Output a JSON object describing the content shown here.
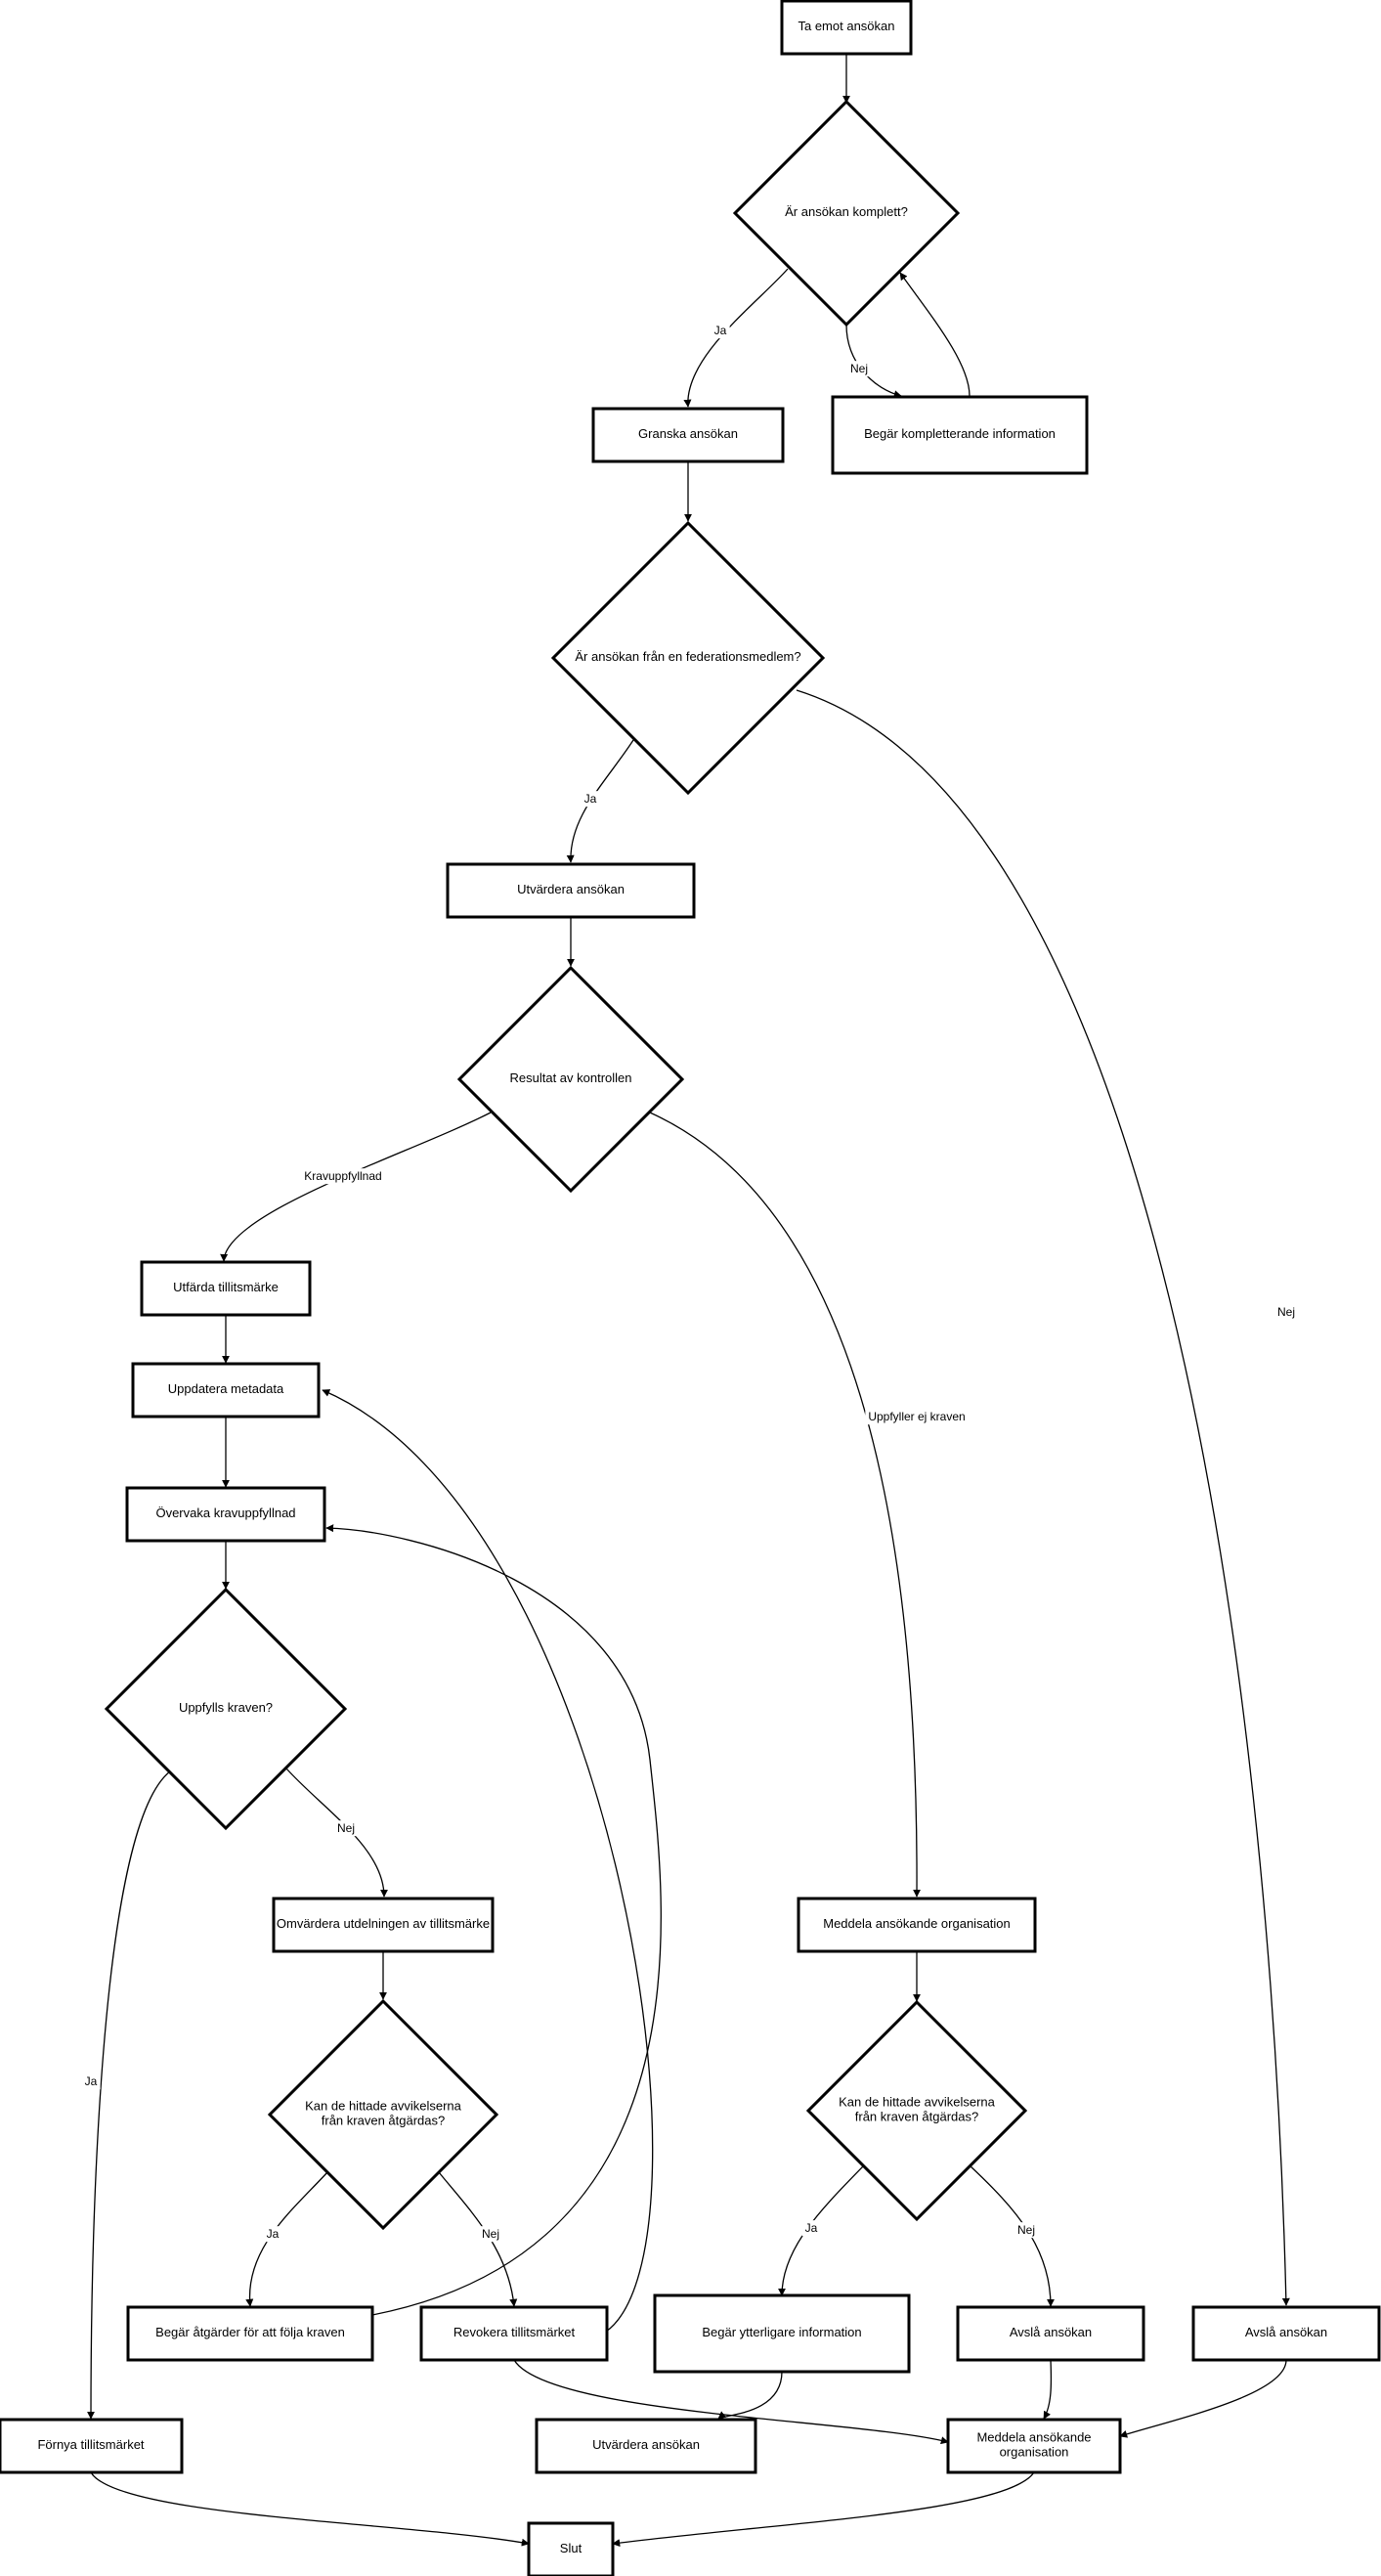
{
  "diagram": {
    "nodes": {
      "n_receive": {
        "shape": "rect",
        "label": "Ta emot ansökan"
      },
      "d_complete": {
        "shape": "diamond",
        "label": "Är ansökan komplett?"
      },
      "n_review": {
        "shape": "rect",
        "label": "Granska ansökan"
      },
      "n_request_info": {
        "shape": "rect",
        "label": "Begär kompletterande information"
      },
      "d_member": {
        "shape": "diamond",
        "label": "Är ansökan från en federationsmedlem?"
      },
      "n_evaluate": {
        "shape": "rect",
        "label": "Utvärdera ansökan"
      },
      "d_result": {
        "shape": "diamond",
        "label": "Resultat av kontrollen"
      },
      "n_issue": {
        "shape": "rect",
        "label": "Utfärda tillitsmärke"
      },
      "n_update": {
        "shape": "rect",
        "label": "Uppdatera metadata"
      },
      "n_monitor": {
        "shape": "rect",
        "label": "Övervaka kravuppfyllnad"
      },
      "d_fulfilled": {
        "shape": "diamond",
        "label": "Uppfylls kraven?"
      },
      "n_reassess": {
        "shape": "rect",
        "label": "Omvärdera utdelningen av tillitsmärke"
      },
      "d_fix_left": {
        "shape": "diamond",
        "label": "Kan de hittade avvikelserna\nfrån kraven åtgärdas?"
      },
      "n_notify_mid": {
        "shape": "rect",
        "label": "Meddela ansökande organisation"
      },
      "d_fix_right": {
        "shape": "diamond",
        "label": "Kan de hittade avvikelserna\nfrån kraven åtgärdas?"
      },
      "n_request_actions": {
        "shape": "rect",
        "label": "Begär åtgärder för att följa kraven"
      },
      "n_revoke": {
        "shape": "rect",
        "label": "Revokera tillitsmärket"
      },
      "n_request_more": {
        "shape": "rect",
        "label": "Begär ytterligare information"
      },
      "n_reject_mid": {
        "shape": "rect",
        "label": "Avslå ansökan"
      },
      "n_reject_right": {
        "shape": "rect",
        "label": "Avslå ansökan"
      },
      "n_renew": {
        "shape": "rect",
        "label": "Förnya tillitsmärket"
      },
      "n_evaluate_again": {
        "shape": "rect",
        "label": "Utvärdera ansökan"
      },
      "n_notify_bottom": {
        "shape": "rect",
        "label": "Meddela ansökande\norganisation"
      },
      "n_end": {
        "shape": "rect",
        "label": "Slut"
      }
    },
    "edges": [
      {
        "from": "n_receive",
        "to": "d_complete",
        "label": ""
      },
      {
        "from": "d_complete",
        "to": "n_review",
        "label": "Ja"
      },
      {
        "from": "d_complete",
        "to": "n_request_info",
        "label": "Nej"
      },
      {
        "from": "n_request_info",
        "to": "d_complete",
        "label": ""
      },
      {
        "from": "n_review",
        "to": "d_member",
        "label": ""
      },
      {
        "from": "d_member",
        "to": "n_evaluate",
        "label": "Ja"
      },
      {
        "from": "d_member",
        "to": "n_reject_right",
        "label": "Nej"
      },
      {
        "from": "n_evaluate",
        "to": "d_result",
        "label": ""
      },
      {
        "from": "d_result",
        "to": "n_issue",
        "label": "Kravuppfyllnad"
      },
      {
        "from": "d_result",
        "to": "n_notify_mid",
        "label": "Uppfyller ej kraven"
      },
      {
        "from": "n_issue",
        "to": "n_update",
        "label": ""
      },
      {
        "from": "n_update",
        "to": "n_monitor",
        "label": ""
      },
      {
        "from": "n_monitor",
        "to": "d_fulfilled",
        "label": ""
      },
      {
        "from": "d_fulfilled",
        "to": "n_reassess",
        "label": "Nej"
      },
      {
        "from": "d_fulfilled",
        "to": "n_renew",
        "label": "Ja"
      },
      {
        "from": "n_reassess",
        "to": "d_fix_left",
        "label": ""
      },
      {
        "from": "d_fix_left",
        "to": "n_request_actions",
        "label": "Ja"
      },
      {
        "from": "d_fix_left",
        "to": "n_revoke",
        "label": "Nej"
      },
      {
        "from": "n_request_actions",
        "to": "n_monitor",
        "label": ""
      },
      {
        "from": "n_revoke",
        "to": "n_update",
        "label": ""
      },
      {
        "from": "n_revoke",
        "to": "n_notify_bottom",
        "label": ""
      },
      {
        "from": "n_notify_mid",
        "to": "d_fix_right",
        "label": ""
      },
      {
        "from": "d_fix_right",
        "to": "n_request_more",
        "label": "Ja"
      },
      {
        "from": "d_fix_right",
        "to": "n_reject_mid",
        "label": "Nej"
      },
      {
        "from": "n_request_more",
        "to": "n_evaluate_again",
        "label": ""
      },
      {
        "from": "n_reject_mid",
        "to": "n_notify_bottom",
        "label": ""
      },
      {
        "from": "n_reject_right",
        "to": "n_notify_bottom",
        "label": ""
      },
      {
        "from": "n_renew",
        "to": "n_end",
        "label": ""
      },
      {
        "from": "n_notify_bottom",
        "to": "n_end",
        "label": ""
      }
    ]
  }
}
